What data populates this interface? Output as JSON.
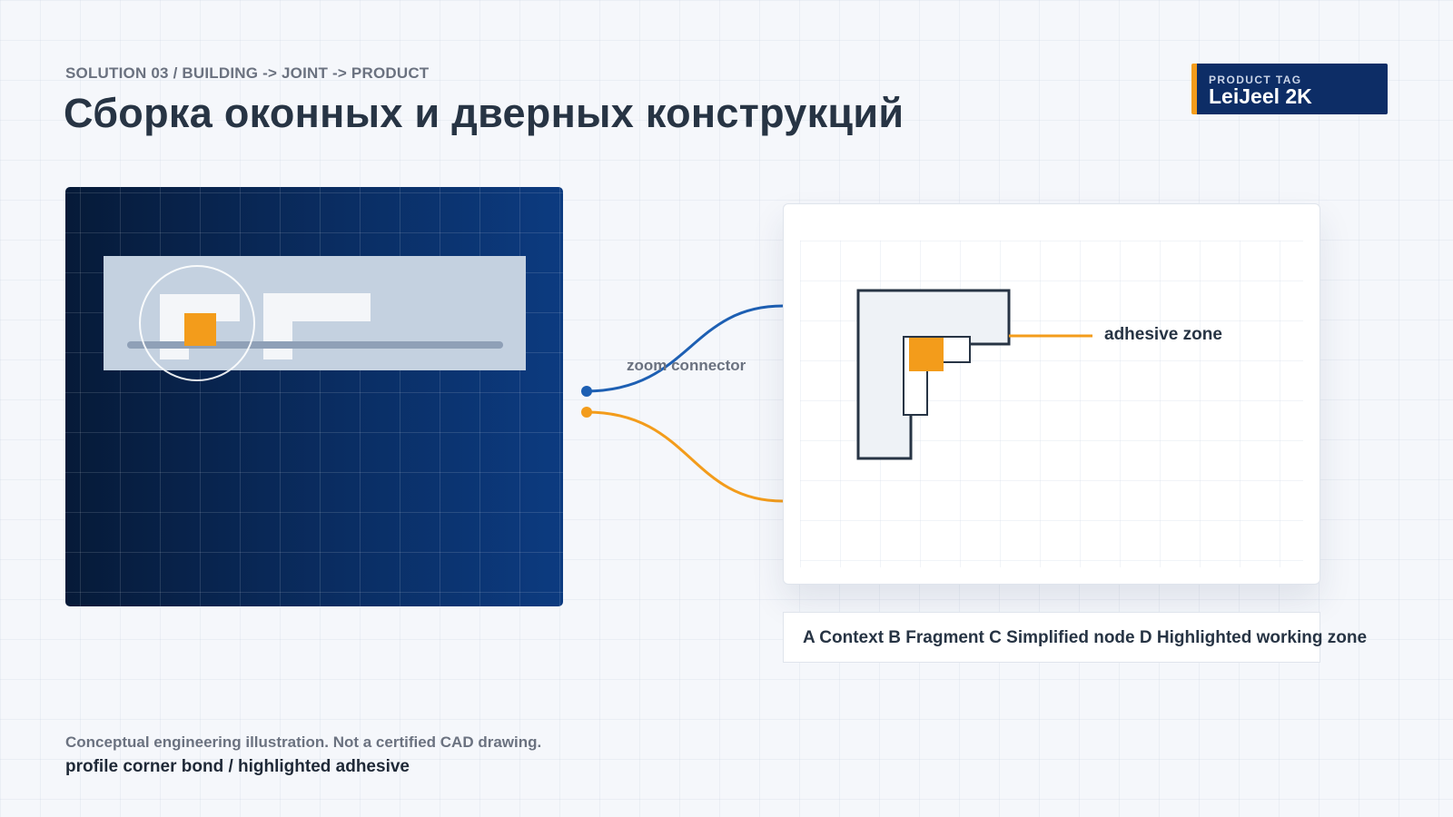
{
  "header": {
    "breadcrumb": "SOLUTION 03 / BUILDING -> JOINT -> PRODUCT",
    "title": "Сборка оконных и дверных конструкций"
  },
  "product_tag": {
    "label": "PRODUCT TAG",
    "value": "LeiJeel 2K"
  },
  "diagram": {
    "connector_label": "zoom connector",
    "zone_label": "adhesive zone",
    "steps": "A Context B Fragment C Simplified node D Highlighted working zone"
  },
  "footer": {
    "disclaimer": "Conceptual engineering illustration. Not a certified CAD drawing.",
    "caption": "profile corner bond / highlighted adhesive"
  },
  "colors": {
    "accent": "#f39c1b",
    "navy": "#0d2d66",
    "connector_blue": "#1d5fb3",
    "text_dark": "#273444",
    "text_muted": "#6b7280"
  }
}
